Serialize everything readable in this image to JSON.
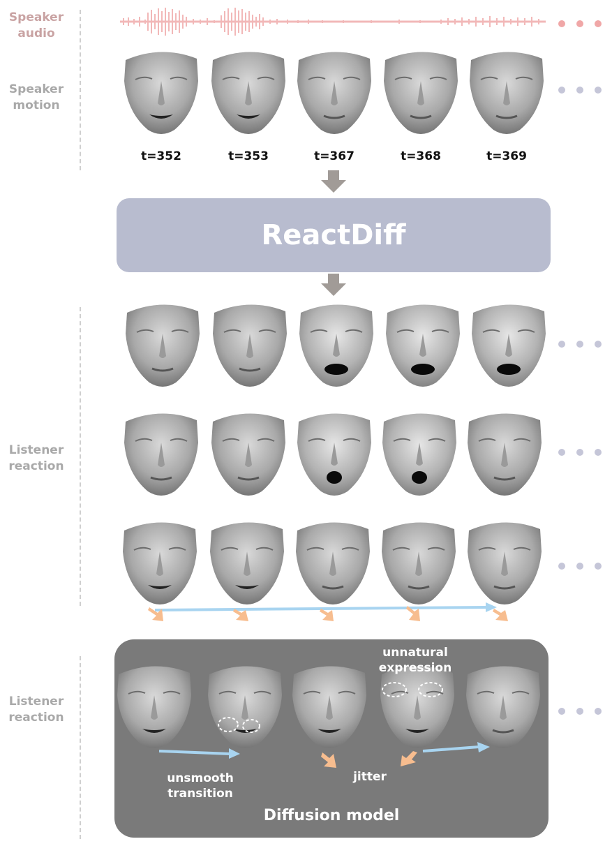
{
  "labels": {
    "speaker_audio": "Speaker\naudio",
    "speaker_motion": "Speaker\nmotion",
    "listener_reaction_1": "Listener\nreaction",
    "listener_reaction_2": "Listener\nreaction"
  },
  "timesteps": [
    "t=352",
    "t=353",
    "t=367",
    "t=368",
    "t=369"
  ],
  "model_names": {
    "react_diff": "ReactDiff",
    "diffusion": "Diffusion model"
  },
  "annotations": {
    "unnatural_expression": "unnatural\nexpression",
    "unsmooth_transition": "unsmooth\ntransition",
    "jitter": "jitter"
  },
  "colors": {
    "audio_wave": "#f2b8b8",
    "speaker_label": "#c9a3a3",
    "side_label": "#a9a9a9",
    "react_box": "#b8bccf",
    "diffusion_box": "#7a7a7a",
    "arrow_gray": "#a19b97",
    "transition_arrow": "#a8d4f0",
    "jitter_arrow": "#f7bd8f",
    "dots_speaker": "#f0a7a7",
    "dots_other": "#c5c6d8"
  },
  "icons": {
    "face": "3d-face-mesh",
    "continuation": "ellipsis-dots"
  }
}
